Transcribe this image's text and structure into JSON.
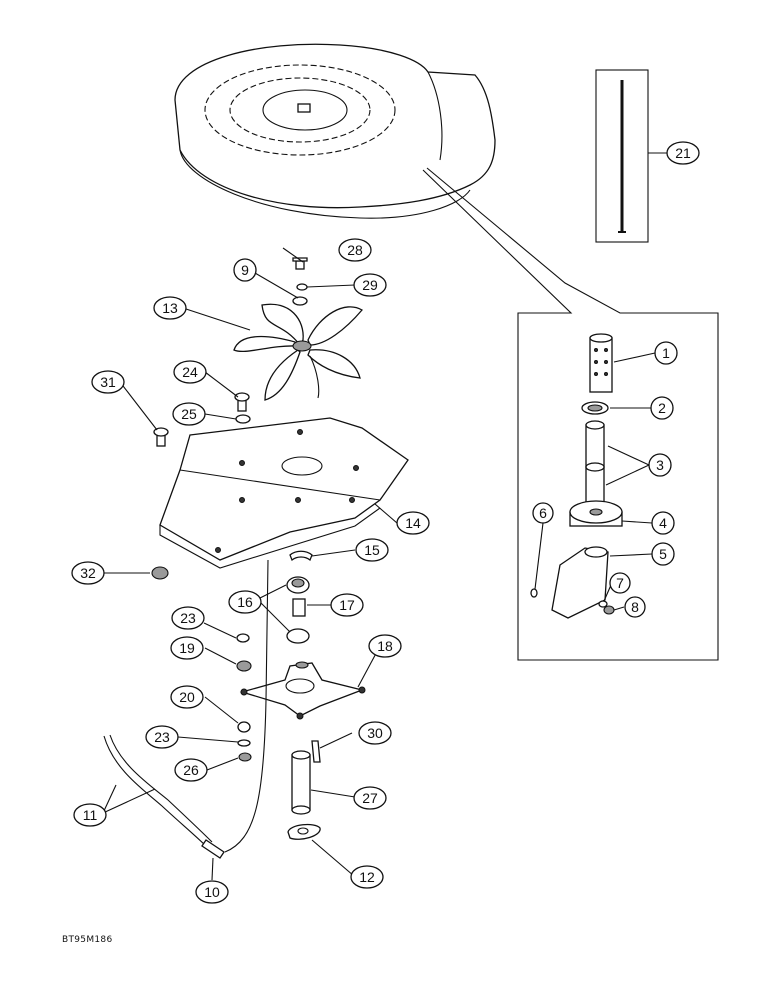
{
  "figure_id": "BT95M186",
  "callouts": [
    "1",
    "2",
    "3",
    "3",
    "4",
    "5",
    "6",
    "7",
    "8",
    "9",
    "10",
    "11",
    "11",
    "12",
    "13",
    "14",
    "15",
    "16",
    "16",
    "17",
    "18",
    "19",
    "20",
    "21",
    "23",
    "23",
    "24",
    "25",
    "26",
    "27",
    "28",
    "29",
    "30",
    "31",
    "32"
  ]
}
